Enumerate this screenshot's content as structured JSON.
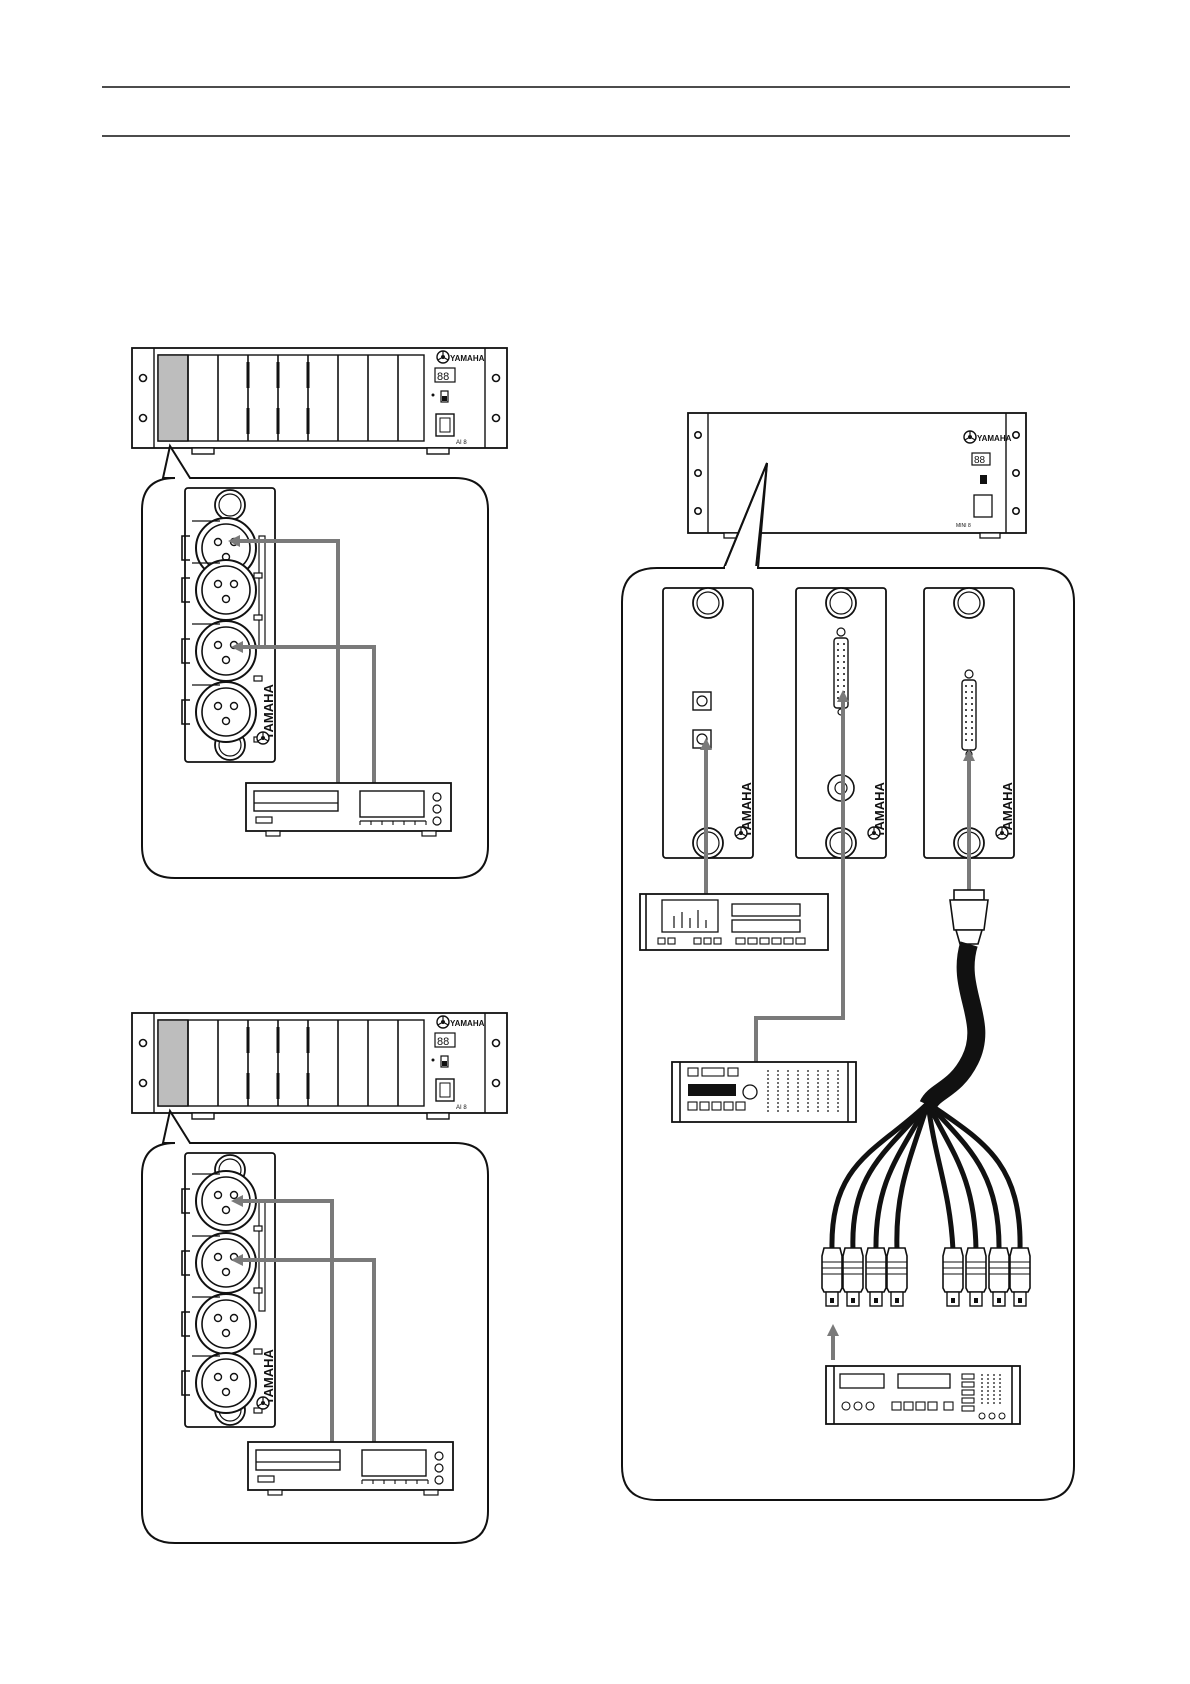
{
  "brand": "YAMAHA",
  "display_digits": "88",
  "colors": {
    "line": "#111111",
    "cable": "#7a7a7a",
    "slot_highlight": "#bdbdbd",
    "paper": "#ffffff"
  },
  "units": [
    {
      "name": "rack-unit-top-left",
      "model_label": "AI 8"
    },
    {
      "name": "rack-unit-bottom-left",
      "model_label": "AI 8"
    },
    {
      "name": "rack-unit-right",
      "model_label": "MINI 8"
    }
  ]
}
